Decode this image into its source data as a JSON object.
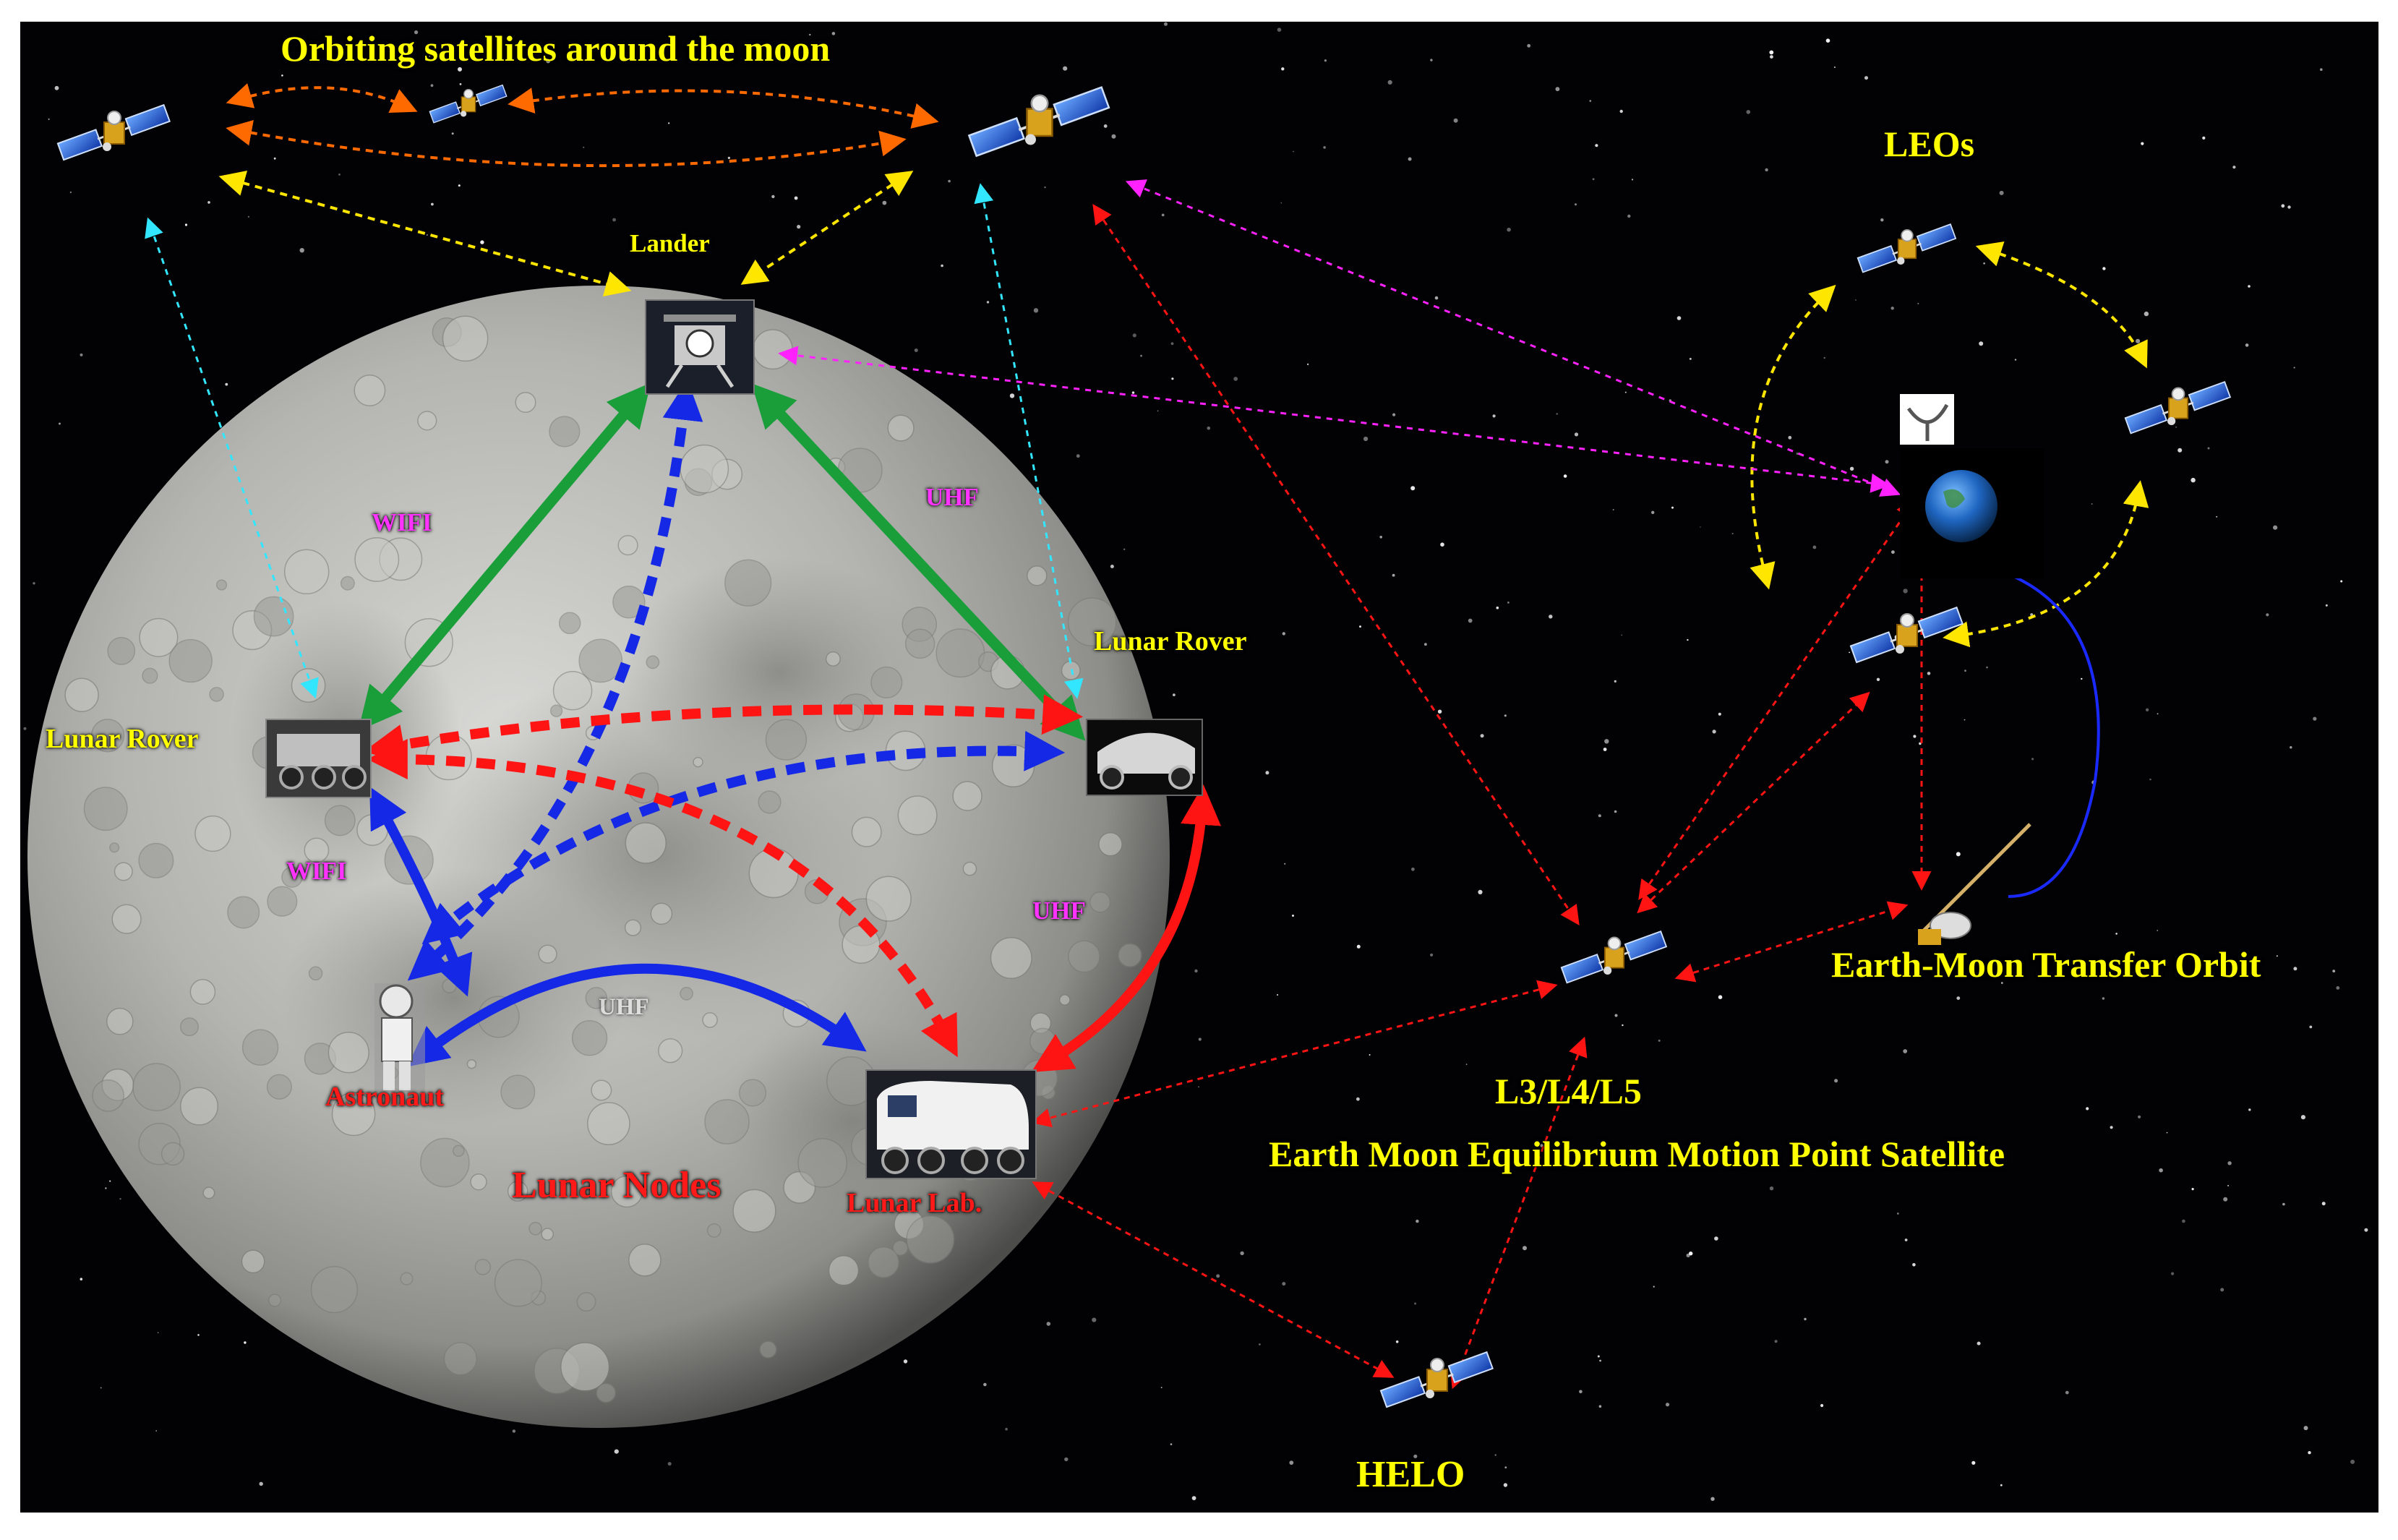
{
  "title": "Orbiting satellites around the moon",
  "labels": {
    "lander": "Lander",
    "lunar_rover_left": "Lunar Rover",
    "lunar_rover_right": "Lunar Rover",
    "astronaut": "Astronaut",
    "lunar_lab": "Lunar Lab.",
    "lunar_nodes": "Lunar Nodes",
    "leos": "LEOs",
    "transfer_orbit": "Earth-Moon Transfer Orbit",
    "l_points": "L3/L4/L5",
    "equilibrium": "Earth Moon Equilibrium Motion Point Satellite",
    "helo": "HELO"
  },
  "links": {
    "wifi_top": "WIFI",
    "uhf_top": "UHF",
    "wifi_bottom": "WIFI",
    "uhf_right": "UHF",
    "uhf_bottom": "UHF"
  },
  "colors": {
    "background": "#020204",
    "label_yellow": "#ffff00",
    "label_red": "#ff1a1a",
    "label_magenta": "#ff33ff",
    "link_green": "#1a9e3a",
    "link_blue": "#1428e6",
    "link_red": "#ff1414",
    "orbit_orange": "#ff6a00",
    "orbit_yellow": "#ffe600",
    "link_cyan": "#33e6ff",
    "link_magenta": "#ff22ff",
    "transfer_blue": "#1a2aff"
  },
  "icons": {
    "satellite": "satellite-icon",
    "earth": "earth-icon",
    "ground_dish": "ground-dish-icon",
    "space_probe": "space-probe-icon"
  }
}
